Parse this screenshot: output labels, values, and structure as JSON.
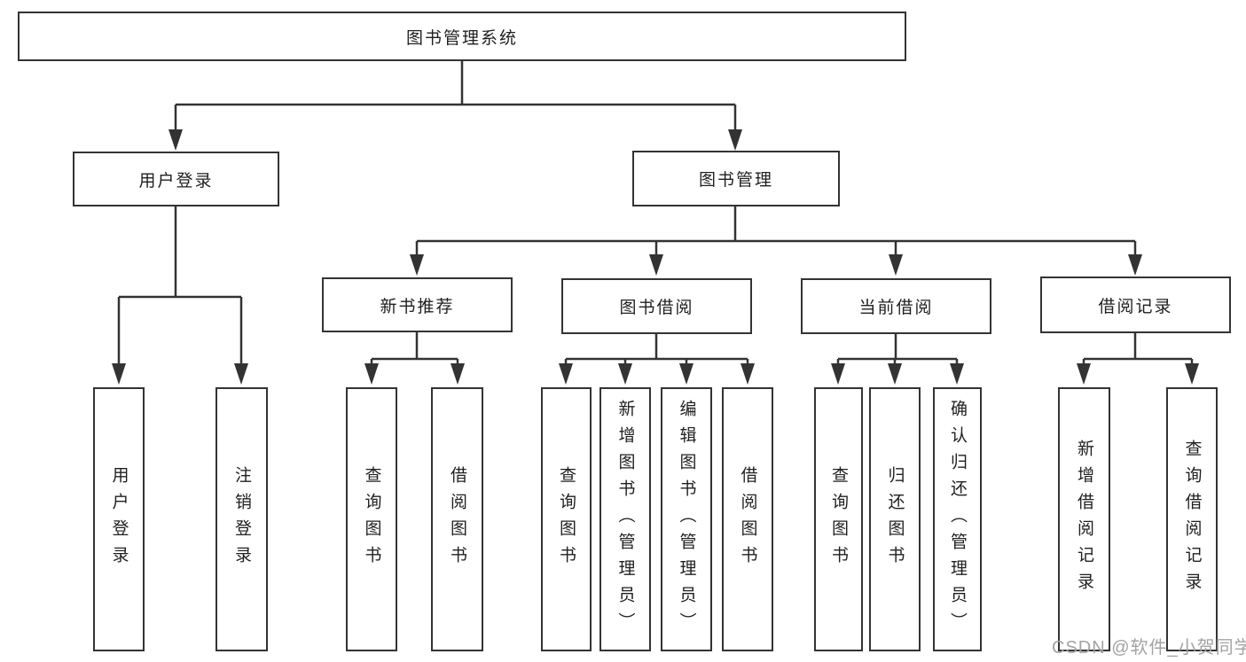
{
  "colors": {
    "line": "#333333",
    "box_border": "#333333",
    "text": "#1f1f1f",
    "background": "#ffffff",
    "watermark": "#a3a3a3"
  },
  "diagram": {
    "root": {
      "label": "图书管理系统"
    },
    "branches": [
      {
        "label": "用户登录",
        "children": [
          {
            "label": "用户登录"
          },
          {
            "label": "注销登录"
          }
        ]
      },
      {
        "label": "图书管理",
        "children": [
          {
            "label": "新书推荐",
            "children": [
              {
                "label": "查询图书"
              },
              {
                "label": "借阅图书"
              }
            ]
          },
          {
            "label": "图书借阅",
            "children": [
              {
                "label": "查询图书"
              },
              {
                "label": "新增图书（管理员）"
              },
              {
                "label": "编辑图书（管理员）"
              },
              {
                "label": "借阅图书"
              }
            ]
          },
          {
            "label": "当前借阅",
            "children": [
              {
                "label": "查询图书"
              },
              {
                "label": "归还图书"
              },
              {
                "label": "确认归还（管理员）"
              }
            ]
          },
          {
            "label": "借阅记录",
            "children": [
              {
                "label": "新增借阅记录"
              },
              {
                "label": "查询借阅记录"
              }
            ]
          }
        ]
      }
    ]
  },
  "watermark": {
    "text": "CSDN @软件_小贺同学"
  }
}
